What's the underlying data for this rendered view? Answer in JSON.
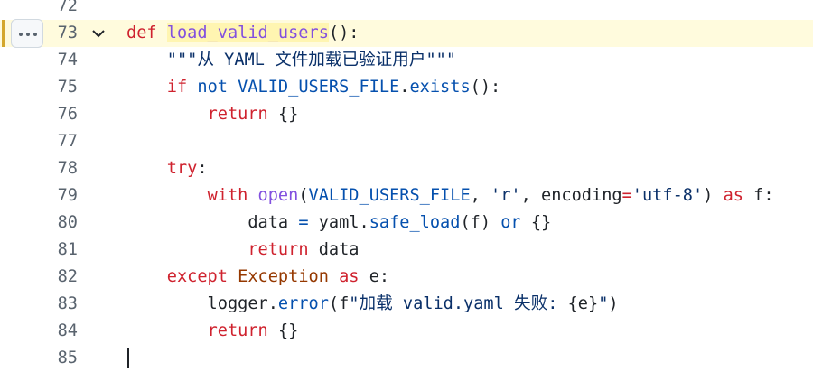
{
  "lines": [
    {
      "n": "72",
      "tokens": []
    },
    {
      "n": "73",
      "active": true,
      "tokens": [
        [
          "k",
          "def "
        ],
        [
          "f",
          "load_valid_users"
        ],
        [
          "p",
          "():"
        ]
      ]
    },
    {
      "n": "74",
      "tokens": [
        [
          "p",
          "    "
        ],
        [
          "s",
          "\"\"\"从 YAML 文件加载已验证用户\"\"\""
        ]
      ]
    },
    {
      "n": "75",
      "tokens": [
        [
          "p",
          "    "
        ],
        [
          "k",
          "if "
        ],
        [
          "c",
          "not VALID_USERS_FILE"
        ],
        [
          "p",
          "."
        ],
        [
          "c",
          "exists"
        ],
        [
          "p",
          "():"
        ]
      ]
    },
    {
      "n": "76",
      "tokens": [
        [
          "p",
          "        "
        ],
        [
          "k",
          "return "
        ],
        [
          "p",
          "{}"
        ]
      ]
    },
    {
      "n": "77",
      "tokens": []
    },
    {
      "n": "78",
      "tokens": [
        [
          "p",
          "    "
        ],
        [
          "k",
          "try"
        ],
        [
          "p",
          ":"
        ]
      ]
    },
    {
      "n": "79",
      "tokens": [
        [
          "p",
          "        "
        ],
        [
          "k",
          "with "
        ],
        [
          "f",
          "open"
        ],
        [
          "p",
          "("
        ],
        [
          "c",
          "VALID_USERS_FILE"
        ],
        [
          "p",
          ", "
        ],
        [
          "s",
          "'r'"
        ],
        [
          "p",
          ", encoding"
        ],
        [
          "k",
          "="
        ],
        [
          "s",
          "'utf-8'"
        ],
        [
          "p",
          ") "
        ],
        [
          "k",
          "as "
        ],
        [
          "p",
          "f:"
        ]
      ]
    },
    {
      "n": "80",
      "tokens": [
        [
          "p",
          "            data "
        ],
        [
          "c",
          "= "
        ],
        [
          "p",
          "yaml."
        ],
        [
          "c",
          "safe_load"
        ],
        [
          "p",
          "(f) "
        ],
        [
          "c",
          "or "
        ],
        [
          "p",
          "{}"
        ]
      ]
    },
    {
      "n": "81",
      "tokens": [
        [
          "p",
          "            "
        ],
        [
          "k",
          "return "
        ],
        [
          "p",
          "data"
        ]
      ]
    },
    {
      "n": "82",
      "tokens": [
        [
          "p",
          "    "
        ],
        [
          "k",
          "except "
        ],
        [
          "t",
          "Exception "
        ],
        [
          "k",
          "as "
        ],
        [
          "p",
          "e:"
        ]
      ]
    },
    {
      "n": "83",
      "tokens": [
        [
          "p",
          "        logger."
        ],
        [
          "c",
          "error"
        ],
        [
          "p",
          "(f"
        ],
        [
          "s",
          "\"加载 valid.yaml 失败: "
        ],
        [
          "p",
          "{e}"
        ],
        [
          "s",
          "\""
        ],
        [
          "p",
          ")"
        ]
      ]
    },
    {
      "n": "84",
      "tokens": [
        [
          "p",
          "        "
        ],
        [
          "k",
          "return "
        ],
        [
          "p",
          "{}"
        ]
      ]
    },
    {
      "n": "85",
      "tokens": []
    }
  ]
}
